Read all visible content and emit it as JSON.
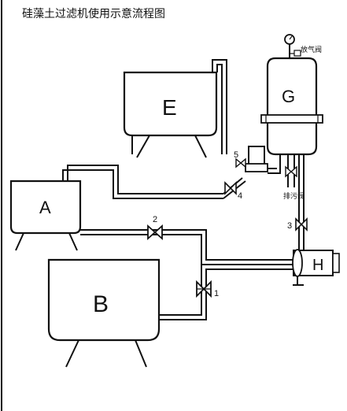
{
  "diagram": {
    "title": "硅藻土过滤机使用示意流程图",
    "tanks": {
      "a": "A",
      "b": "B",
      "e": "E"
    },
    "filter_label": "G",
    "pump_label": "H",
    "valves": {
      "v1": "1",
      "v2": "2",
      "v3": "3",
      "v4": "4",
      "v5": "5"
    },
    "annotations": {
      "vent_valve": "放气阀",
      "drain_valve": "排污阀"
    }
  }
}
